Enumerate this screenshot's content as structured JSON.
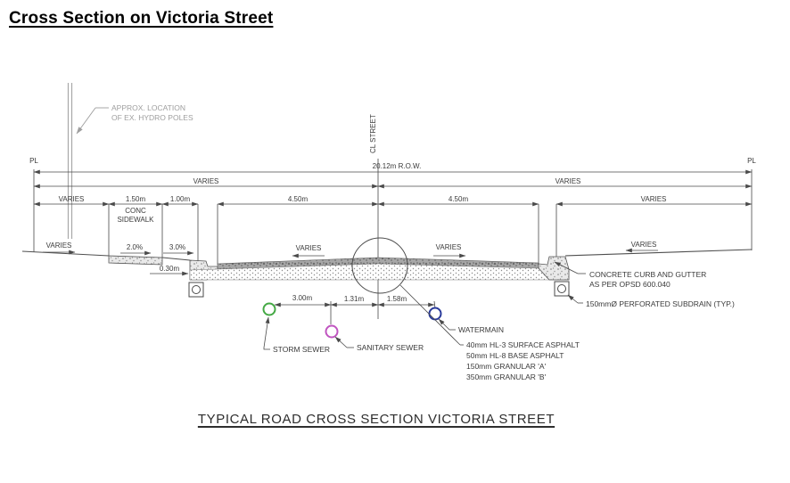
{
  "page": {
    "title": "Cross Section on Victoria Street",
    "caption": "TYPICAL ROAD CROSS SECTION VICTORIA STREET"
  },
  "labels": {
    "pl_left": "PL",
    "pl_right": "PL",
    "row_width": "20.12m R.O.W.",
    "cl_street": "CL STREET",
    "varies_row2_left": "VARIES",
    "varies_row2_right": "VARIES",
    "varies_row3_left": "VARIES",
    "sidewalk_width": "1.50m",
    "sidewalk_line1": "CONC",
    "sidewalk_line2": "SIDEWALK",
    "boulevard_width": "1.00m",
    "lane_left": "4.50m",
    "lane_right": "4.50m",
    "varies_row3_right": "VARIES",
    "slope_varies_left": "VARIES",
    "slope_sidewalk": "2.0%",
    "slope_boulevard": "3.0%",
    "slope_road_left": "VARIES",
    "slope_road_right": "VARIES",
    "slope_varies_right": "VARIES",
    "curb_height": "0.30m",
    "dim_storm_sanitary": "3.00m",
    "dim_sanitary_cl": "1.31m",
    "dim_cl_watermain": "1.58m"
  },
  "callouts": {
    "hydro": {
      "lines": [
        "APPROX. LOCATION",
        "OF EX. HYDRO POLES"
      ]
    },
    "curb": {
      "lines": [
        "CONCRETE CURB AND GUTTER",
        "AS PER OPSD 600.040"
      ]
    },
    "subdrain": "150mmØ PERFORATED SUBDRAIN (TYP.)",
    "watermain": "WATERMAIN",
    "storm_sewer": "STORM SEWER",
    "sanitary_sewer": "SANITARY SEWER",
    "pavement": {
      "lines": [
        "40mm HL-3 SURFACE ASPHALT",
        "50mm HL-8 BASE ASPHALT",
        "150mm GRANULAR 'A'",
        "350mm GRANULAR 'B'"
      ]
    }
  },
  "colors": {
    "line": "#4a4a4a",
    "gray": "#9e9e9e",
    "storm": "#44a944",
    "sanitary": "#c055c0",
    "watermain": "#2a3b9b"
  }
}
